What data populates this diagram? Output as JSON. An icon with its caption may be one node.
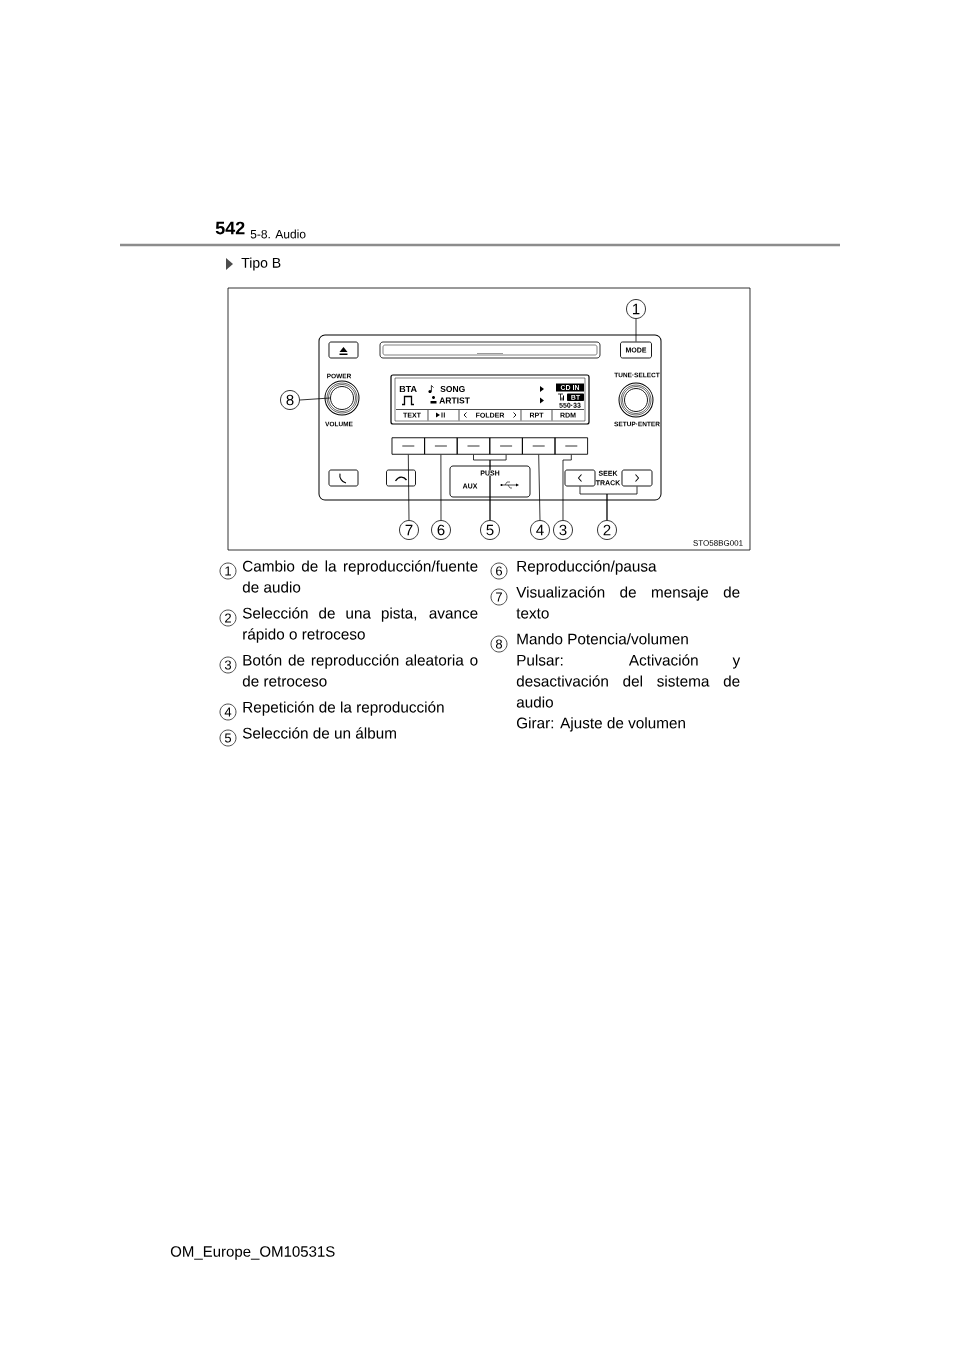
{
  "diagram": {
    "nodes": [
      {
        "text": [
          "1"
        ]
      },
      {
        "text": [
          "MODE"
        ]
      },
      {
        "text": [
          "8"
        ]
      },
      {
        "text": [],
        "shape": "circle",
        "beside": [
          "POWER",
          "VOLUME"
        ]
      },
      {
        "text": [],
        "shape": "box"
      },
      {
        "text": [],
        "shape": "box"
      },
      {
        "text": [],
        "shape": "box"
      },
      {
        "text": [],
        "shape": "box"
      },
      {
        "text": [],
        "shape": "box"
      },
      {
        "text": [],
        "shape": "box"
      },
      {
        "text": [],
        "shape": "box"
      },
      {
        "text": [],
        "shape": "box"
      },
      {
        "text": [
          "7"
        ]
      },
      {
        "text": [
          "6"
        ]
      },
      {
        "text": [
          "5"
        ]
      },
      {
        "text": [
          "4"
        ]
      },
      {
        "text": [
          "3"
        ]
      },
      {
        "text": [
          "2"
        ]
      },
      {
        "text": [],
        "shape": "box"
      },
      {
        "text": [],
        "shape": "circle",
        "beside": [
          "TUNE·SELECT",
          "SETUP·ENTER"
        ]
      },
      {
        "text": [],
        "shape": "box"
      },
      {
        "text": [],
        "shape": "box"
      }
    ],
    "edges": [
      {
        "from": 0,
        "to": 1,
        "arrow": "none"
      },
      {
        "from": 2,
        "to": 3,
        "arrow": "none"
      },
      {
        "from": 12,
        "to": 4,
        "arrow": "none"
      },
      {
        "from": 13,
        "to": 5,
        "arrow": "none"
      },
      {
        "from": 14,
        "to": 6,
        "arrow": "none"
      },
      {
        "from": 14,
        "to": 7,
        "arrow": "none"
      },
      {
        "from": 15,
        "to": 8,
        "arrow": "none"
      },
      {
        "from": 16,
        "to": 9,
        "arrow": "none"
      },
      {
        "from": 17,
        "to": 10,
        "arrow": "none"
      },
      {
        "from": 17,
        "to": 11,
        "arrow": "none"
      }
    ],
    "labels": [
      "542",
      "5-8. Audio",
      "Tipo B",
      "BTA",
      "SONG",
      "ARTIST",
      "CD IN",
      "BT",
      "550·33",
      "TEXT",
      "FOLDER",
      "RPT",
      "RDM",
      "PUSH",
      "AUX",
      "SEEK TRACK",
      "STO58BG001",
      "1",
      "Cambio de la reproducción/fuente de audio",
      "2",
      "Selección de una pista, avance rápido o retroceso",
      "3",
      "Botón de reproducción aleatoria o de retroceso",
      "4",
      "Repetición de la reproducción",
      "5",
      "Selección de un álbum",
      "6",
      "Reproducción/pausa",
      "7",
      "Visualización de mensaje de texto",
      "8",
      "Mando Potencia/volumen",
      "Pulsar: Activación y desactivación del sistema de audio",
      "Girar: Ajuste de volumen",
      "OM_Europe_OM10531S"
    ]
  }
}
